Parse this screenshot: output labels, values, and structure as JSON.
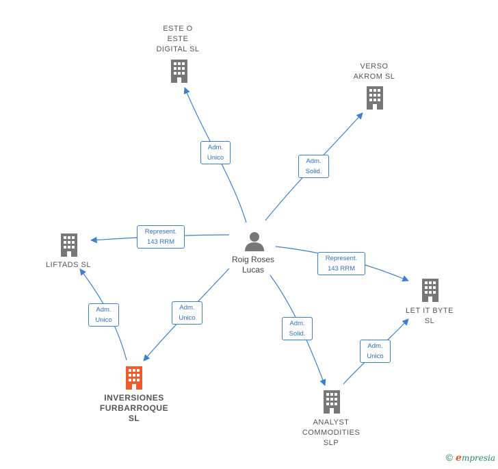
{
  "center": {
    "label": "Roig Roses\nLucas"
  },
  "companies": [
    {
      "id": "este",
      "label": "ESTE O\nESTE\nDIGITAL  SL",
      "color": "#777777"
    },
    {
      "id": "verso",
      "label": "VERSO\nAKROM  SL",
      "color": "#777777"
    },
    {
      "id": "liftads",
      "label": "LIFTADS  SL",
      "color": "#777777"
    },
    {
      "id": "letitbyte",
      "label": "LET IT BYTE\nSL",
      "color": "#777777"
    },
    {
      "id": "inversiones",
      "label": "INVERSIONES\nFURBARROQUE\nSL",
      "color": "#ef5b2a"
    },
    {
      "id": "analyst",
      "label": "ANALYST\nCOMMODITIES\nSLP",
      "color": "#777777"
    }
  ],
  "relations": [
    {
      "id": "r-este",
      "label": "Adm.\nUnico"
    },
    {
      "id": "r-verso",
      "label": "Adm.\nSolid."
    },
    {
      "id": "r-liftads",
      "label": "Represent.\n143 RRM"
    },
    {
      "id": "r-letitbyte",
      "label": "Represent.\n143 RRM"
    },
    {
      "id": "r-inversiones",
      "label": "Adm.\nUnico"
    },
    {
      "id": "r-analyst",
      "label": "Adm.\nSolid."
    },
    {
      "id": "r-liftads-inv",
      "label": "Adm.\nUnico"
    },
    {
      "id": "r-letitbyte-analyst",
      "label": "Adm.\nUnico"
    }
  ],
  "colors": {
    "edge": "#3a7fd0",
    "building": "#777777",
    "highlight": "#ef5b2a",
    "person": "#777777"
  },
  "footer": {
    "copyright": "©",
    "brand_initial": "e",
    "brand_rest": "mpresia"
  }
}
